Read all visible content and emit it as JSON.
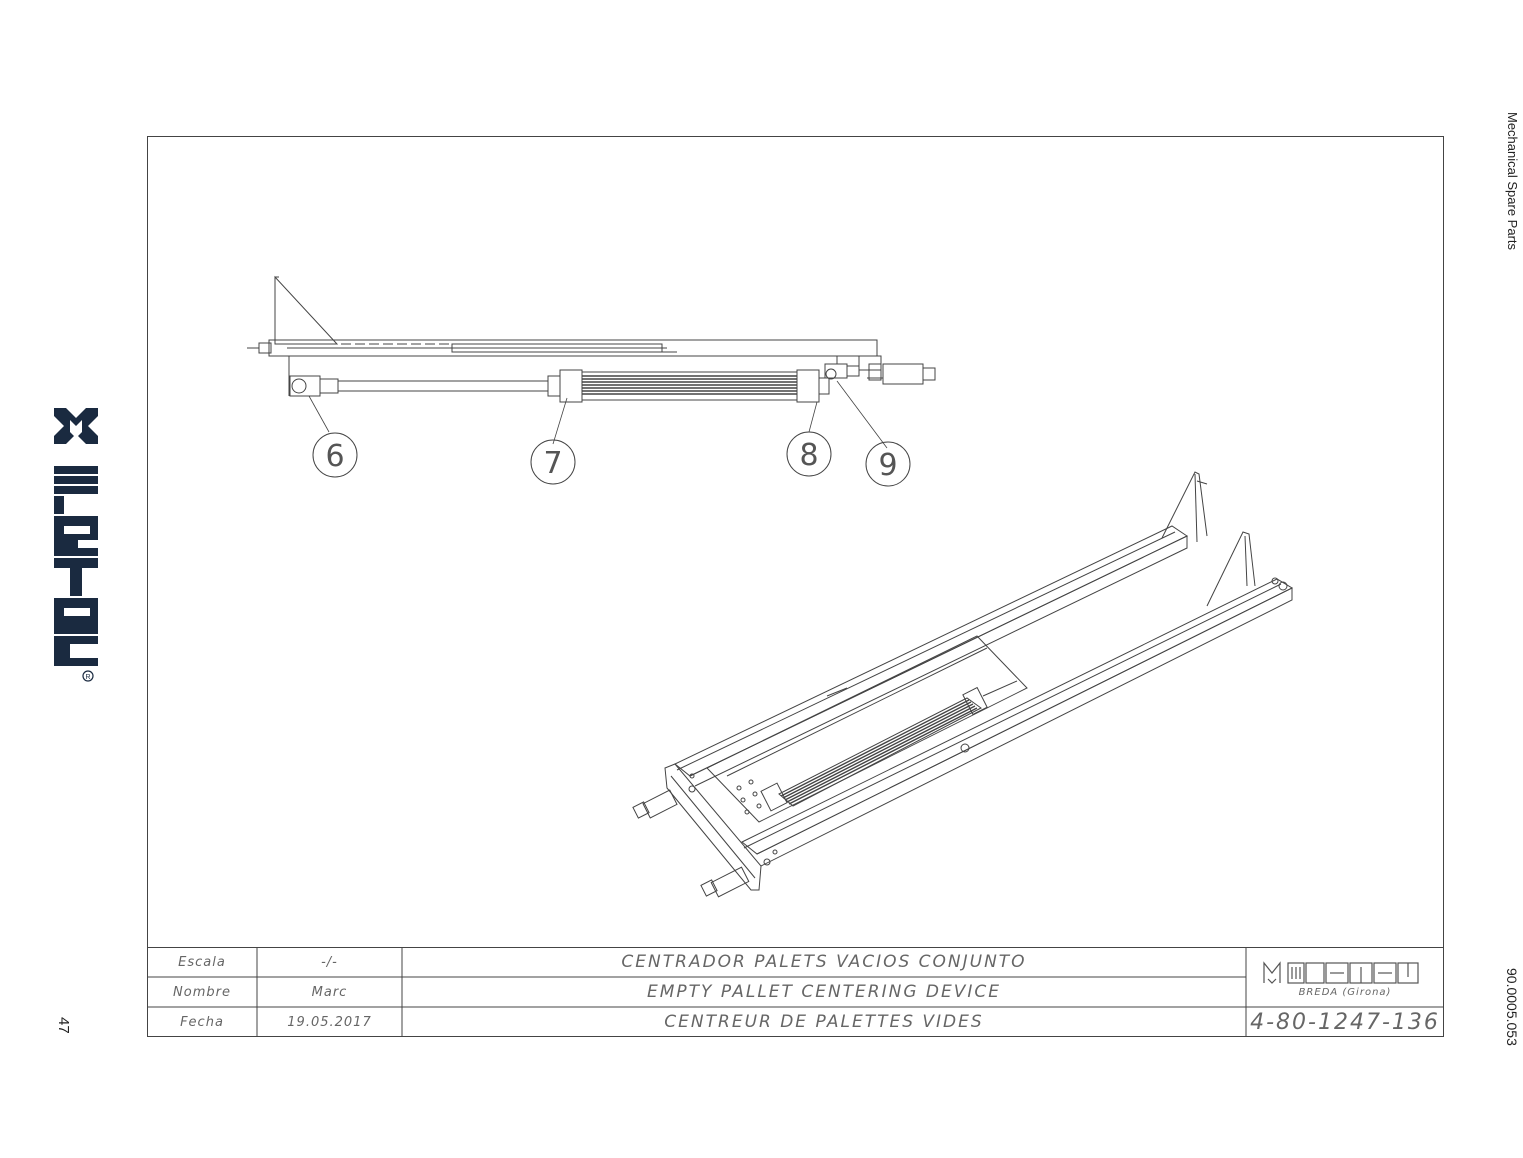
{
  "page": {
    "side_title": "Mechanical Spare Parts",
    "doc_code": "90.0005.053",
    "page_number": "47",
    "brand_name": "metal"
  },
  "callouts": [
    "6",
    "7",
    "8",
    "9"
  ],
  "title_block": {
    "rows": [
      {
        "label": "Escala",
        "value": "-/-",
        "title": "CENTRADOR PALETS VACIOS CONJUNTO"
      },
      {
        "label": "Nombre",
        "value": "Marc",
        "title": "EMPTY PALLET CENTERING DEVICE"
      },
      {
        "label": "Fecha",
        "value": "19.05.2017",
        "title": "CENTREUR DE PALETTES VIDES"
      }
    ],
    "company": "metal",
    "location": "BREDA (Girona)",
    "drawing_number": "4-80-1247-136"
  },
  "colors": {
    "brand": "#1a2a40",
    "line": "#444444",
    "text_light": "#666666"
  }
}
